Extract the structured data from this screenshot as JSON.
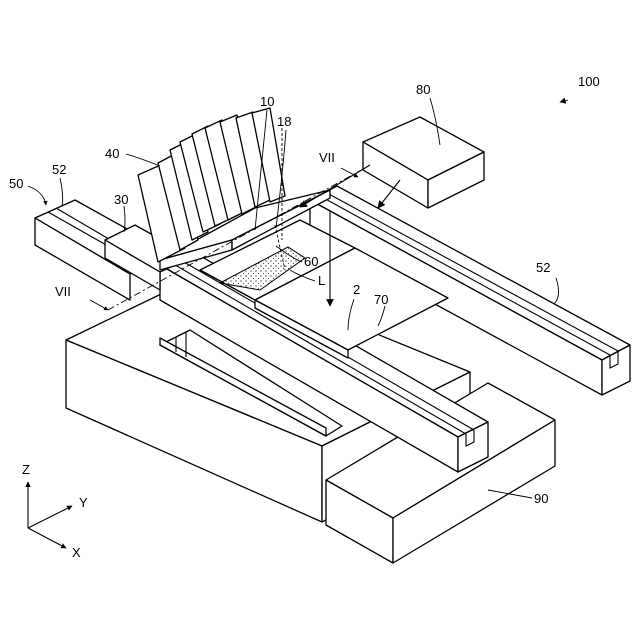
{
  "labels": {
    "device": "100",
    "control": "80",
    "irradiation": "10",
    "mirror": "18",
    "fins": "40",
    "source": "30",
    "stage": "50",
    "stage_rail": "52",
    "rail_right": "52",
    "section_top": "VII",
    "section_left": "VII",
    "workpiece": "60",
    "liquid": "L",
    "head": "2",
    "guide": "70",
    "base": "90"
  },
  "axes": {
    "z": "Z",
    "y": "Y",
    "x": "X"
  }
}
